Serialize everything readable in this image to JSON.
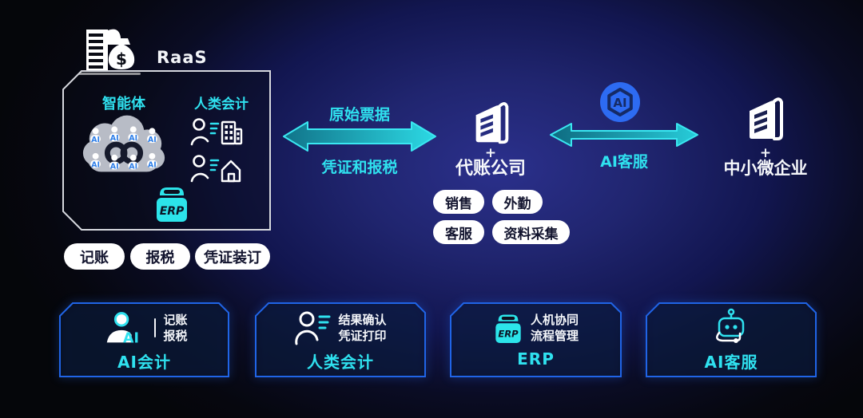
{
  "colors": {
    "background_glow": "#2b308c",
    "background_edge": "#05060a",
    "cyan_accent": "#2fe1ef",
    "arrow_fill_dark": "#117389",
    "arrow_fill_light": "#2cd9e4",
    "arrow_stroke": "#3ae7f1",
    "card_border_blue": "#2064e6",
    "ai_badge_blue": "#2d6bf2",
    "pill_background": "#ffffff",
    "pill_text": "#12142e",
    "box_border_gray": "#d6d8de"
  },
  "raas": {
    "label": "RaaS",
    "icon": "building-moneybag-icon",
    "money_symbol": "$",
    "box": {
      "agent_label": "智能体",
      "human_label": "人类会计",
      "cloud_icon": "ai-agent-cloud-infinity-icon",
      "cloud_ai_label": "AI",
      "erp_icon": "erp-box-icon",
      "erp_label": "ERP",
      "human_icons": [
        "person-list-building-icon",
        "person-list-house-icon"
      ]
    },
    "pills": [
      "记账",
      "报税",
      "凭证装订"
    ]
  },
  "flow_left": {
    "top_label": "原始票据",
    "bottom_label": "凭证和报税"
  },
  "agency": {
    "icon": "office-building-icon",
    "plus": "+",
    "name": "代账公司",
    "pills": [
      "销售",
      "外勤",
      "客服",
      "资料采集"
    ]
  },
  "flow_right": {
    "badge": "AI",
    "badge_icon": "ai-hexagon-badge-icon",
    "label": "AI客服"
  },
  "sme": {
    "icon": "office-building-icon",
    "plus": "+",
    "name": "中小微企业"
  },
  "cards": [
    {
      "title": "AI会计",
      "icon": "ai-accountant-icon",
      "icon_label": "AI",
      "lines": [
        "记账",
        "报税"
      ]
    },
    {
      "title": "人类会计",
      "icon": "human-accountant-icon",
      "lines": [
        "结果确认",
        "凭证打印"
      ]
    },
    {
      "title": "ERP",
      "icon": "erp-box-icon",
      "icon_label": "ERP",
      "lines": [
        "人机协同",
        "流程管理"
      ]
    },
    {
      "title": "AI客服",
      "icon": "robot-headset-icon",
      "lines": []
    }
  ]
}
